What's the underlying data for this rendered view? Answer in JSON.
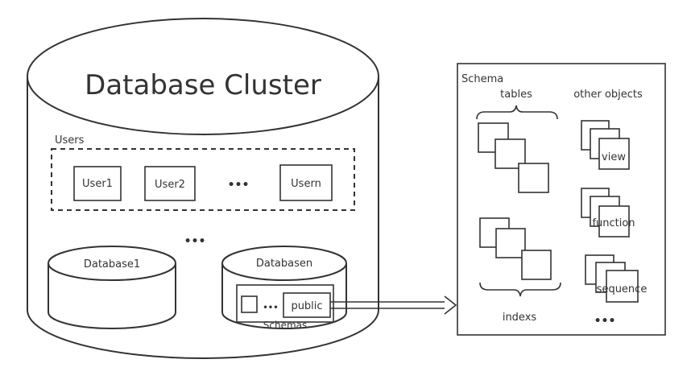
{
  "cluster": {
    "title": "Database Cluster",
    "users_label": "Users",
    "users": [
      "User1",
      "User2",
      "Usern"
    ],
    "users_ellipsis": "•••",
    "db_ellipsis": "•••"
  },
  "databases": {
    "first_label": "Database1",
    "last_label": "Databasen",
    "schemas_label": "Schemas",
    "public_label": "public",
    "schemas_ellipsis": "•••"
  },
  "schema_panel": {
    "title": "Schema",
    "tables_label": "tables",
    "other_objects_label": "other objects",
    "indexs_label": "indexs",
    "view_label": "view",
    "function_label": "function",
    "sequence_label": "sequence",
    "objects_ellipsis": "•••"
  }
}
